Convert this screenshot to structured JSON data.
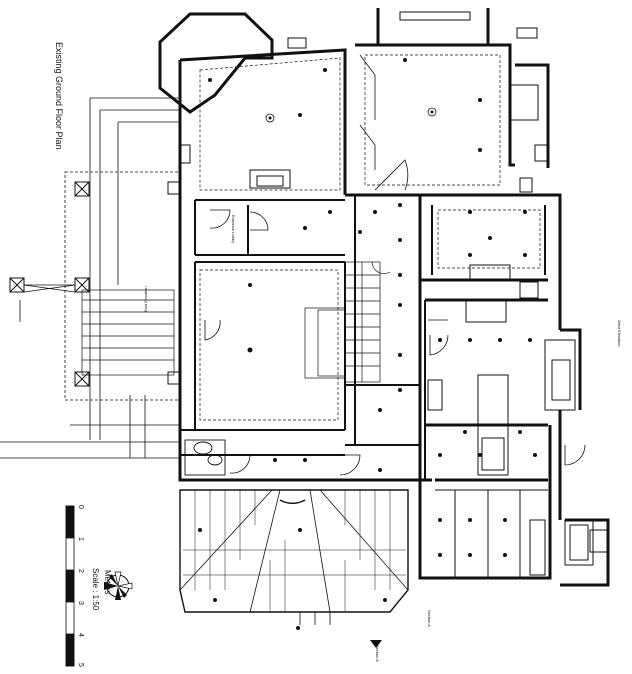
{
  "drawing": {
    "title": "Existing Ground Floor Plan",
    "scale_label": "Scale : 1:50",
    "scale_units": "Meters",
    "scale_ticks": [
      "0",
      "1",
      "2",
      "3",
      "4",
      "5"
    ],
    "section_label": "Section A",
    "north_icon": "north-arrow-compass-icon"
  },
  "rooms": {
    "entrance_lobby": "Entrance Lobby",
    "east_elevation": "East Elevation",
    "west_elevation": "West Elevation"
  },
  "colors": {
    "ink": "#111111",
    "wall_fill": "#f4f4f4",
    "background": "#ffffff"
  }
}
